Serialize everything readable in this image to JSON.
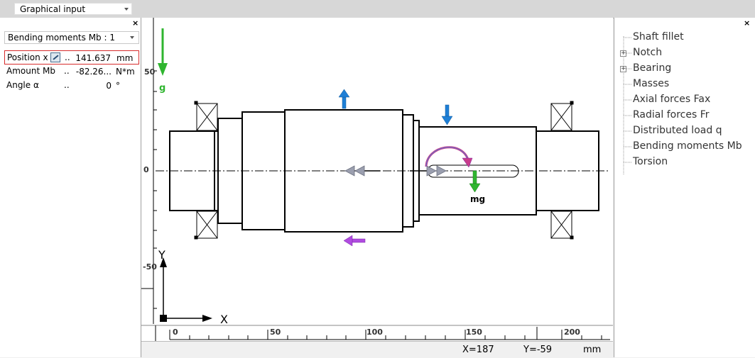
{
  "topbar": {
    "mode_select": "Graphical input"
  },
  "left_panel": {
    "load_select": "Bending moments Mb : 1",
    "properties": [
      {
        "label": "Position x",
        "dots": "..",
        "value": "141.637",
        "unit": "mm"
      },
      {
        "label": "Amount Mb",
        "dots": "..",
        "value": "-82.26...",
        "unit": "N*m"
      },
      {
        "label": "Angle α",
        "dots": "..",
        "value": "0",
        "unit": "°"
      }
    ],
    "close": "×"
  },
  "canvas": {
    "y_ticks": [
      "50",
      "0",
      "-50"
    ],
    "x_ticks": [
      "0",
      "50",
      "100",
      "150",
      "200"
    ],
    "gravity_label": "g",
    "mass_label": "mg",
    "axis_y_label": "Y",
    "axis_x_label": "X"
  },
  "status": {
    "x": "X=187",
    "y": "Y=-59",
    "unit": "mm"
  },
  "right_panel": {
    "close": "×",
    "tree": [
      {
        "label": "Shaft fillet",
        "expandable": false
      },
      {
        "label": "Notch",
        "expandable": true
      },
      {
        "label": "Bearing",
        "expandable": true
      },
      {
        "label": "Masses",
        "expandable": false
      },
      {
        "label": "Axial forces Fax",
        "expandable": false
      },
      {
        "label": "Radial forces Fr",
        "expandable": false
      },
      {
        "label": "Distributed load q",
        "expandable": false
      },
      {
        "label": "Bending moments Mb",
        "expandable": false
      },
      {
        "label": "Torsion",
        "expandable": false
      }
    ]
  },
  "colors": {
    "accent_blue": "#1e7fd6",
    "gravity_green": "#2fb52f",
    "purple": "#9b3fd4",
    "moment_arrow": "#c83c8c",
    "highlight_red": "#d62b2b"
  }
}
